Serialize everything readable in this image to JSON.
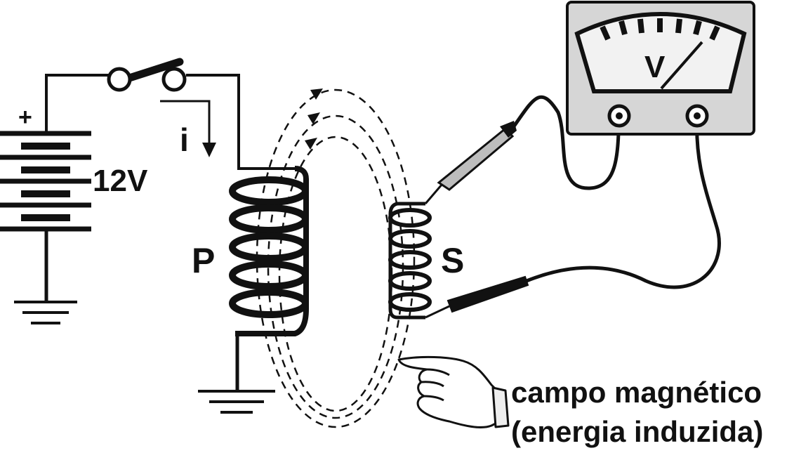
{
  "labels": {
    "battery_plus": "+",
    "battery_voltage": "12V",
    "current": "i",
    "primary": "P",
    "secondary": "S",
    "meter": "V",
    "caption_line1": "campo magnético",
    "caption_line2": "(energia induzida)"
  },
  "colors": {
    "ink": "#111111",
    "meter_case": "#d6d6d6",
    "meter_face": "#f2f2f2",
    "probe_tip": "#bdbdbd"
  },
  "icons": [
    "battery-icon",
    "switch-icon",
    "ground-icon",
    "voltmeter-icon",
    "probe-icon",
    "pointing-hand-icon"
  ]
}
